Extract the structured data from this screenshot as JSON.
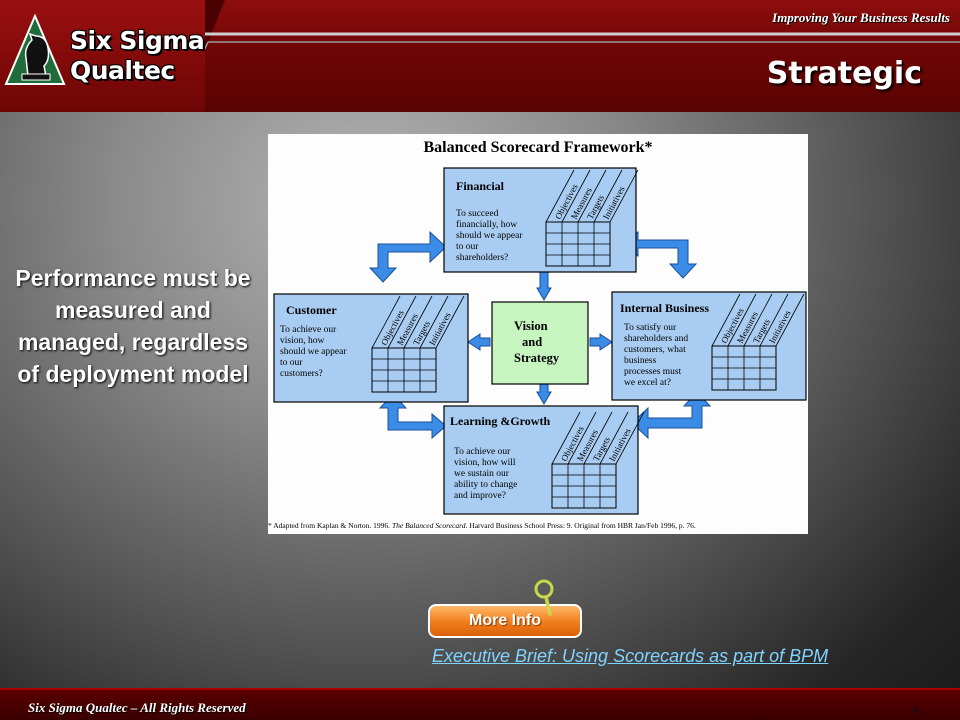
{
  "header": {
    "brand_line1": "Six Sigma",
    "brand_line2": "Qualtec",
    "tagline": "Improving Your Business Results",
    "slide_title": "Strategic"
  },
  "left_statement": "Performance must be measured and managed, regardless of deployment model",
  "figure": {
    "title": "Balanced Scorecard Framework*",
    "column_headers": [
      "Objectives",
      "Measures",
      "Targets",
      "Initiatives"
    ],
    "boxes": {
      "financial": {
        "title": "Financial",
        "text": [
          "To succeed",
          "financially, how",
          "should we appear",
          "to our",
          "shareholders?"
        ]
      },
      "customer": {
        "title": "Customer",
        "text": [
          "To achieve our",
          "vision, how",
          "should we appear",
          "to our",
          "customers?"
        ]
      },
      "internal": {
        "title": "Internal Business",
        "text": [
          "To satisfy our",
          "shareholders and",
          "customers, what",
          "business",
          "processes must",
          "we excel at?"
        ]
      },
      "learning": {
        "title": "Learning &Growth",
        "text": [
          "To achieve our",
          "vision, how will",
          "we sustain our",
          "ability to change",
          "and improve?"
        ]
      },
      "center": {
        "lines": [
          "Vision",
          "and",
          "Strategy"
        ]
      }
    },
    "footnote_a": "* Adapted from Kaplan & Norton. 1996. ",
    "footnote_b": "The Balanced Scorecard",
    "footnote_c": ". Harvard Business School Press: 9. Original from HBR Jan/Feb 1996, p. 76."
  },
  "more_info_label": "More Info",
  "exec_link": "Executive Brief: Using Scorecards as  part of BPM",
  "footer": {
    "copyright": "Six Sigma Qualtec – All Rights Reserved",
    "page_number": "4"
  },
  "colors": {
    "header_red": "#7a0808",
    "box_blue": "#a9cdf2",
    "center_green": "#c6f5c0",
    "arrow_blue": "#3a8ce6",
    "link_blue": "#7fd4ff",
    "button_orange": "#f07c1a"
  }
}
